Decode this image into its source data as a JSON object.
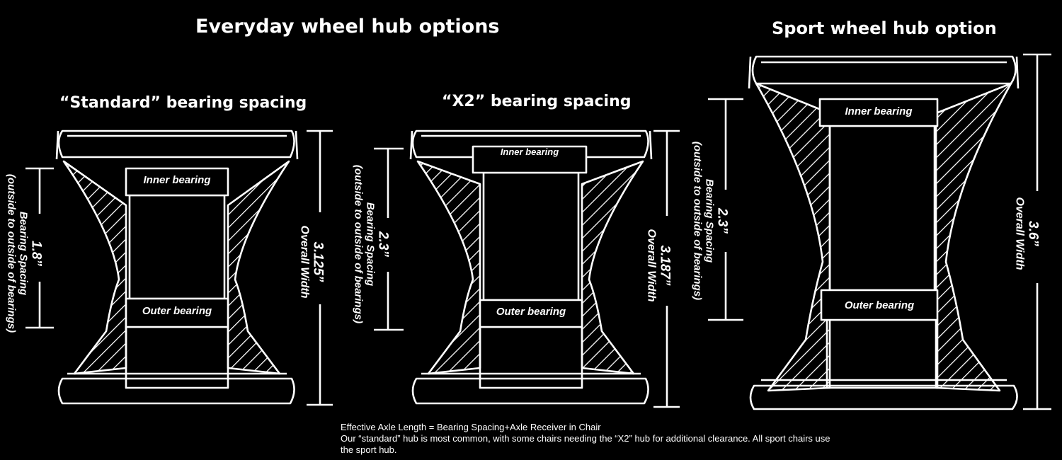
{
  "headings": {
    "everyday": "Everyday wheel hub options",
    "sport": "Sport wheel hub option",
    "standard": "“Standard” bearing spacing",
    "x2": "“X2” bearing spacing"
  },
  "hubs": [
    {
      "id": "standard",
      "inner_label": "Inner bearing",
      "outer_label": "Outer bearing",
      "bearing_spacing_value": "1.8”",
      "bearing_spacing_label": "Bearing Spacing",
      "bearing_spacing_note": "(outside to outside of bearings)",
      "overall_width_value": "3.125”",
      "overall_width_label": "Overall Width"
    },
    {
      "id": "x2",
      "inner_label": "Inner bearing",
      "outer_label": "Outer bearing",
      "bearing_spacing_value": "2.3”",
      "bearing_spacing_label": "Bearing Spacing",
      "bearing_spacing_note": "(outside to outside of bearings)",
      "overall_width_value": "3.187”",
      "overall_width_label": "Overall Width"
    },
    {
      "id": "sport",
      "inner_label": "Inner bearing",
      "outer_label": "Outer bearing",
      "bearing_spacing_value": "2.3”",
      "bearing_spacing_label": "Bearing Spacing",
      "bearing_spacing_note": "(outside to outside of bearings)",
      "overall_width_value": "3.6”",
      "overall_width_label": "Overall Width"
    }
  ],
  "notes": {
    "line1": "Effective Axle Length = Bearing Spacing+Axle Receiver in Chair",
    "line2": "Our “standard” hub is most common, with some chairs needing the “X2” hub for additional clearance. All sport chairs use the sport hub."
  },
  "colors": {
    "background": "#000000",
    "foreground": "#ffffff"
  }
}
